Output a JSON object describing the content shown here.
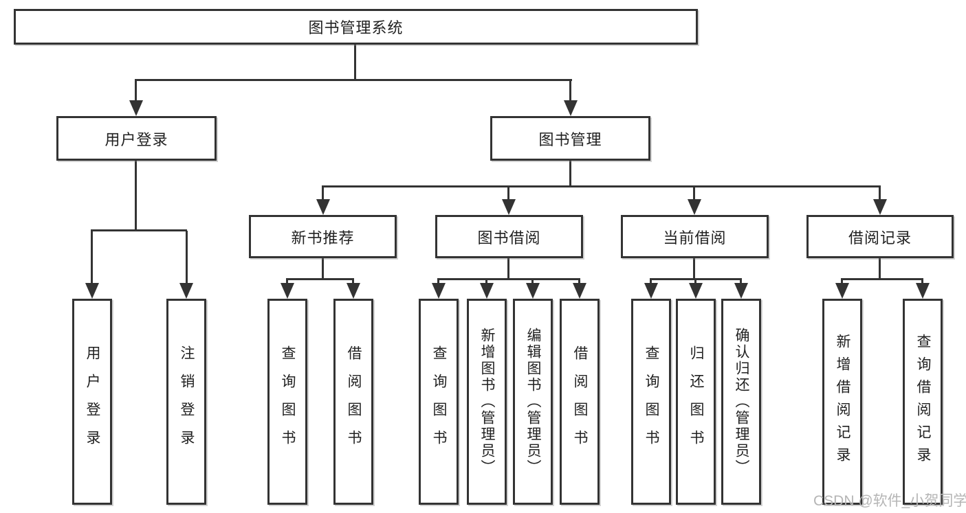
{
  "diagram": {
    "root": {
      "label": "图书管理系统"
    },
    "branches": [
      {
        "label": "用户登录",
        "children": [
          {
            "label": "用户登录"
          },
          {
            "label": "注销登录"
          }
        ]
      },
      {
        "label": "图书管理",
        "children": [
          {
            "label": "新书推荐",
            "children": [
              {
                "label": "查询图书"
              },
              {
                "label": "借阅图书"
              }
            ]
          },
          {
            "label": "图书借阅",
            "children": [
              {
                "label": "查询图书"
              },
              {
                "label": "新增图书（管理员）"
              },
              {
                "label": "编辑图书（管理员）"
              },
              {
                "label": "借阅图书"
              }
            ]
          },
          {
            "label": "当前借阅",
            "children": [
              {
                "label": "查询图书"
              },
              {
                "label": "归还图书"
              },
              {
                "label": "确认归还（管理员）"
              }
            ]
          },
          {
            "label": "借阅记录",
            "children": [
              {
                "label": "新增借阅记录"
              },
              {
                "label": "查询借阅记录"
              }
            ]
          }
        ]
      }
    ]
  },
  "watermark": {
    "text": "CSDN @软件_小贺同学"
  },
  "colors": {
    "line": "#333333",
    "text": "#212121",
    "watermark": "#b5b5b5",
    "background": "#ffffff"
  }
}
